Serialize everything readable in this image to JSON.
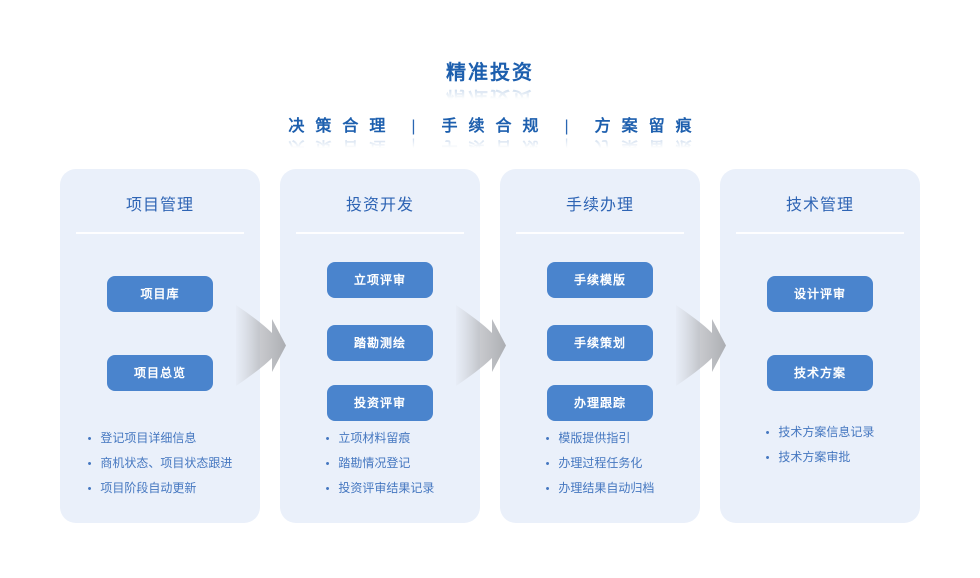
{
  "title": "精准投资",
  "subtitle": {
    "segments": [
      "决策合理",
      "手续合规",
      "方案留痕"
    ],
    "separator": "|"
  },
  "columns": [
    {
      "title": "项目管理",
      "buttons": [
        "项目库",
        "项目总览"
      ],
      "bullets": [
        "登记项目详细信息",
        "商机状态、项目状态跟进",
        "项目阶段自动更新"
      ]
    },
    {
      "title": "投资开发",
      "buttons": [
        "立项评审",
        "踏勘测绘",
        "投资评审"
      ],
      "bullets": [
        "立项材料留痕",
        "踏勘情况登记",
        "投资评审结果记录"
      ]
    },
    {
      "title": "手续办理",
      "buttons": [
        "手续模版",
        "手续策划",
        "办理跟踪"
      ],
      "bullets": [
        "模版提供指引",
        "办理过程任务化",
        "办理结果自动归档"
      ]
    },
    {
      "title": "技术管理",
      "buttons": [
        "设计评审",
        "技术方案"
      ],
      "bullets": [
        "技术方案信息记录",
        "技术方案审批"
      ]
    }
  ],
  "icons": {
    "flow_arrow": "right-flow-arrow"
  },
  "colors": {
    "title_blue": "#1d5fae",
    "card_background": "#eaf0fa",
    "card_header_blue": "#2e64b4",
    "button_blue": "#4a84cd",
    "button_text": "#ffffff",
    "bullet_blue": "#4577c0",
    "arrow_gray": "#abadb1"
  }
}
